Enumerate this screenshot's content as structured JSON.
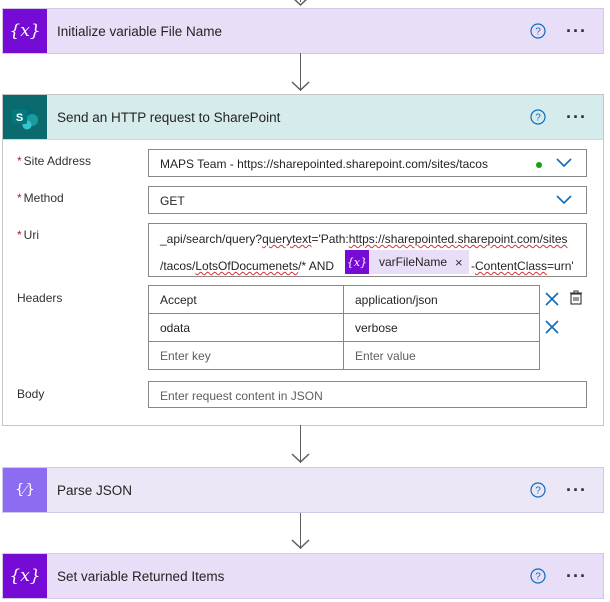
{
  "flow": {
    "init_var": {
      "title": "Initialize variable File Name",
      "icon": "variable-icon"
    },
    "http": {
      "title": "Send an HTTP request to SharePoint",
      "icon": "sharepoint-icon",
      "site_address": {
        "label": "Site Address",
        "value": "MAPS Team - https://sharepointed.sharepoint.com/sites/tacos"
      },
      "method": {
        "label": "Method",
        "value": "GET"
      },
      "uri": {
        "label": "Uri",
        "line1_pre": "_api/search/query?",
        "line1_err": "querytext",
        "line1_mid": "='Path:",
        "line1_url": "https://sharepointed.sharepoint.com/sites",
        "line2_pre": "/tacos/",
        "line2_err": "LotsOfDocumenets",
        "line2_post": "/* AND",
        "token_label": "varFileName",
        "token_remove": "×",
        "line2_tail_a": "-",
        "line2_tail_err": "ContentClass",
        "line2_tail_b": "=urn'"
      },
      "headers": {
        "label": "Headers",
        "rows": [
          {
            "key": "Accept",
            "value": "application/json"
          },
          {
            "key": "odata",
            "value": "verbose"
          }
        ],
        "key_placeholder": "Enter key",
        "value_placeholder": "Enter value"
      },
      "body": {
        "label": "Body",
        "placeholder": "Enter request content in JSON"
      }
    },
    "parse_json": {
      "title": "Parse JSON",
      "icon": "parse-json-icon"
    },
    "set_var": {
      "title": "Set variable Returned Items",
      "icon": "variable-icon"
    }
  },
  "colors": {
    "variable_purple": "#770bd6",
    "parse_purple": "#8c6cf0",
    "sharepoint_teal": "#0b6a6e",
    "link_blue": "#0f6cbd",
    "required_red": "#a4262c"
  }
}
